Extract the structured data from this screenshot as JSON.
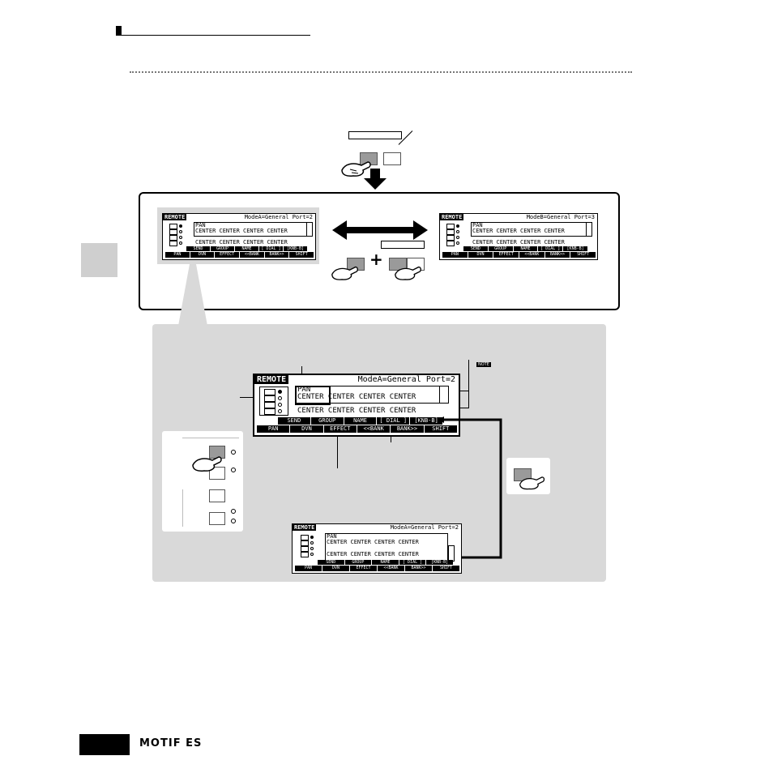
{
  "lcd": {
    "title": "REMOTE",
    "mode_port2": "ModeA=General Port=2",
    "mode_port3": "ModeB=General Port=3",
    "line_pan": "PAN",
    "line_center": "CENTER CENTER CENTER CENTER",
    "tabs_upper": [
      "SEND",
      "GROUP",
      "NAME",
      "[ DIAL ]",
      "[KNB-B]"
    ],
    "tabs_lower": [
      "PAN",
      "DVN",
      "EFFECT",
      "<<BANK",
      "BANK>>",
      "SHIFT"
    ]
  },
  "footer": {
    "logo": "MOTIF ES"
  },
  "symbols": {
    "plus": "+",
    "note_badge": "NOTE"
  },
  "colors": {
    "panel_gray": "#d9d9d9",
    "side_tab_gray": "#cfcfcf",
    "key_gray": "#9a9a9a",
    "black": "#000000"
  }
}
